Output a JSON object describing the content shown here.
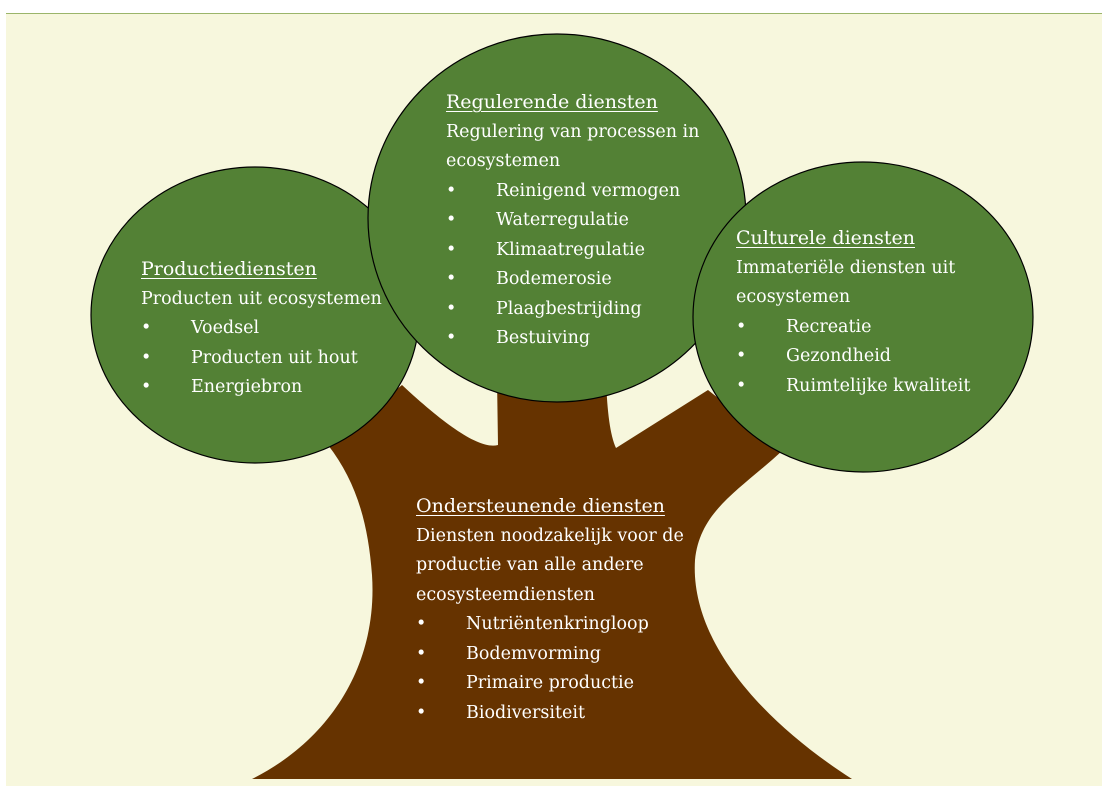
{
  "colors": {
    "background": "#f7f7dd",
    "frame_line": "#9bb56a",
    "trunk": "#663300",
    "canopy": "#538135",
    "canopy_outline": "#000000",
    "text": "#ffffff"
  },
  "productie": {
    "heading": "Productiediensten",
    "subtitle": "Producten uit ecosystemen",
    "items": [
      "Voedsel",
      "Producten uit hout",
      "Energiebron"
    ]
  },
  "regulerend": {
    "heading": "Regulerende diensten",
    "subtitle_lines": [
      "Regulering van processen in",
      "ecosystemen"
    ],
    "items": [
      "Reinigend vermogen",
      "Waterregulatie",
      "Klimaatregulatie",
      "Bodemerosie",
      "Plaagbestrijding",
      "Bestuiving"
    ]
  },
  "cultureel": {
    "heading": "Culturele diensten",
    "subtitle_lines": [
      "Immateriële diensten uit",
      "ecosystemen"
    ],
    "items": [
      "Recreatie",
      "Gezondheid",
      "Ruimtelijke kwaliteit"
    ]
  },
  "ondersteunend": {
    "heading": "Ondersteunende diensten",
    "subtitle_lines": [
      "Diensten noodzakelijk voor de",
      "productie van alle andere",
      "ecosysteemdiensten"
    ],
    "items": [
      "Nutriëntenkringloop",
      "Bodemvorming",
      "Primaire productie",
      "Biodiversiteit"
    ]
  },
  "bullet": "•"
}
